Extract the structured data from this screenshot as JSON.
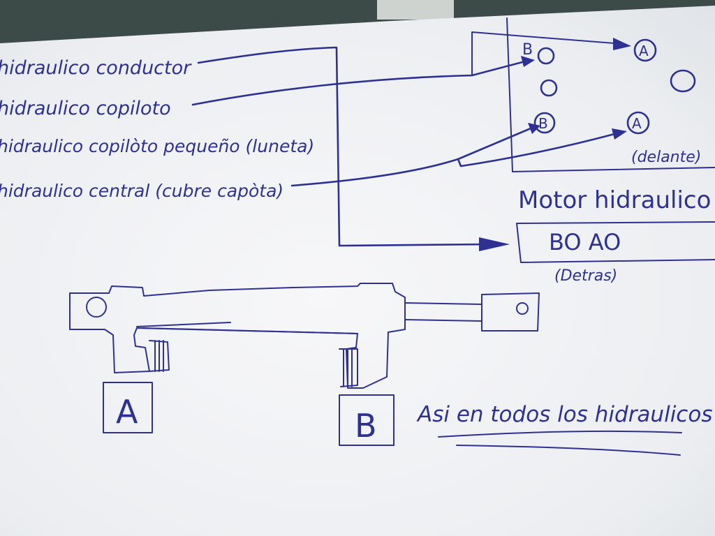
{
  "labels": {
    "driver": "hidraulico conductor",
    "copilot": "hidraulico copiloto",
    "copilot_small": "hidraulico copilòto pequeño (luneta)",
    "central": "hidraulico central (cubre capòta)"
  },
  "motor": {
    "title": "Motor hidraulico",
    "front_note": "(delante)",
    "rear_ports": "BO AO",
    "rear_note": "(Detras)",
    "port_b": "B",
    "port_a": "A"
  },
  "cylinder": {
    "port_a_label": "A",
    "port_b_label": "B"
  },
  "note": {
    "text": "Asi en todos los hidraulicos"
  },
  "colors": {
    "ink": "#2e3192",
    "paper": "#f1f1f3",
    "background": "#3c4a48"
  }
}
